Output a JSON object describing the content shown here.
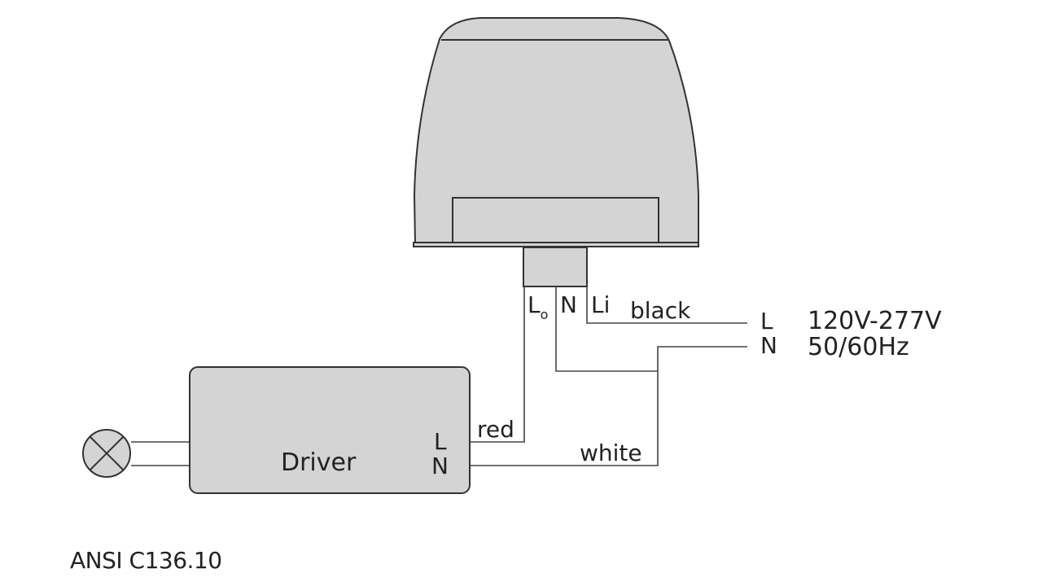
{
  "controller": {
    "terminal_lo_main": "L",
    "terminal_lo_sub": "o",
    "terminal_n": "N",
    "terminal_li": "Li"
  },
  "wires": {
    "black": "black",
    "red": "red",
    "white": "white"
  },
  "supply": {
    "line_label": "L",
    "neutral_label": "N",
    "voltage": "120V-277V",
    "frequency": "50/60Hz"
  },
  "driver": {
    "label": "Driver",
    "terminal_l": "L",
    "terminal_n": "N"
  },
  "caption": "ANSI C136.10",
  "colors": {
    "housing_fill": "#d4d4d4",
    "stroke": "#333333",
    "wire": "#444444",
    "text": "#222222"
  }
}
